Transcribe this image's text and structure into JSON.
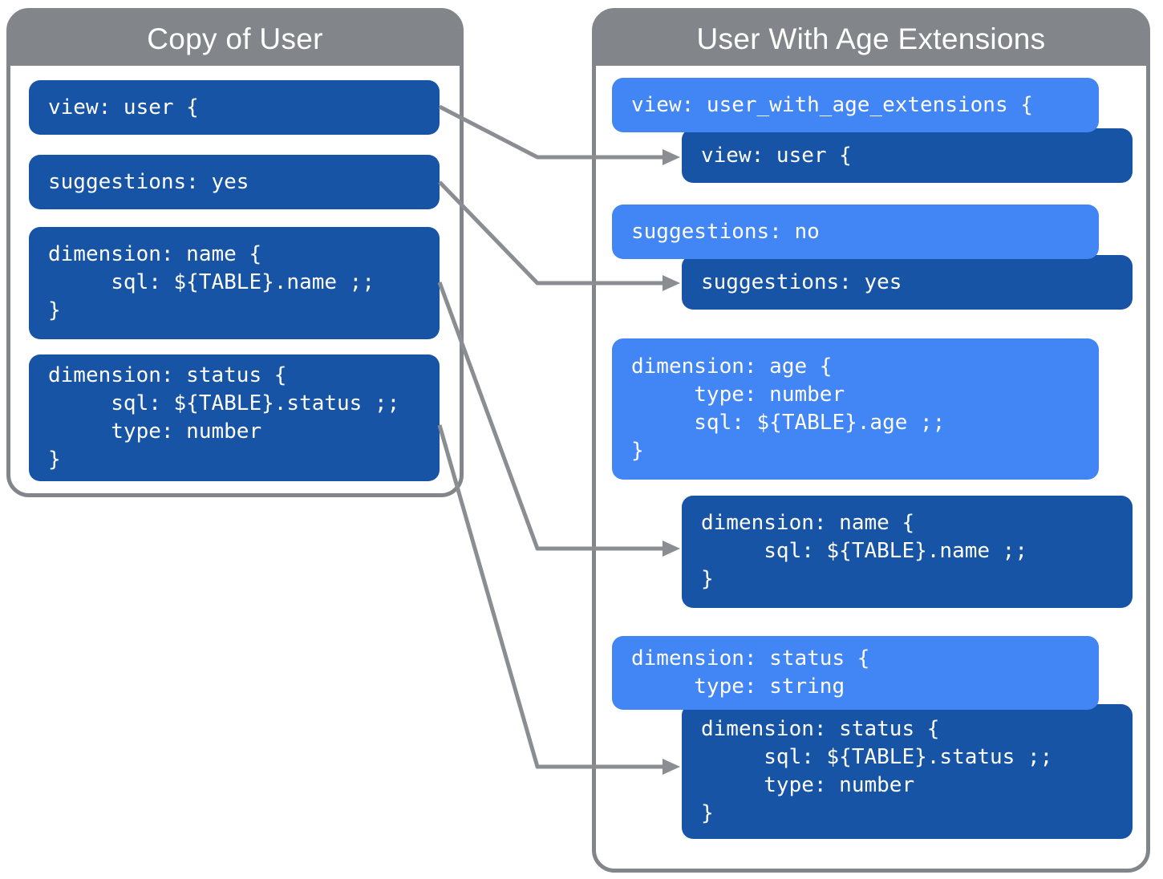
{
  "colors": {
    "panel_gray": "#82868B",
    "extension_blue": "#4285F4",
    "inherited_blue": "#1754A6",
    "arrow_gray": "#8A8D92"
  },
  "diagram": {
    "left_panel": {
      "title": "Copy of User",
      "blocks": {
        "view": "view: user {",
        "suggestions": "suggestions: yes",
        "dimension_name": "dimension: name {\n     sql: ${TABLE}.name ;;\n}",
        "dimension_status": "dimension: status {\n     sql: ${TABLE}.status ;;\n     type: number\n}"
      }
    },
    "right_panel": {
      "title": "User With Age Extensions",
      "blocks": {
        "view_extension": "view: user_with_age_extensions {",
        "view_inherited": "view: user {",
        "suggestions_extension": "suggestions: no",
        "suggestions_inherited": "suggestions: yes",
        "dimension_age": "dimension: age {\n     type: number\n     sql: ${TABLE}.age ;;\n}",
        "dimension_name_inherited": "dimension: name {\n     sql: ${TABLE}.name ;;\n}",
        "dimension_status_extension": "dimension: status {\n     type: string",
        "dimension_status_inherited": "dimension: status {\n     sql: ${TABLE}.status ;;\n     type: number\n}"
      }
    },
    "connections": [
      {
        "from": "left.view",
        "to": "right.view_inherited"
      },
      {
        "from": "left.suggestions",
        "to": "right.suggestions_inherited"
      },
      {
        "from": "left.dimension_name",
        "to": "right.dimension_name_inherited"
      },
      {
        "from": "left.dimension_status",
        "to": "right.dimension_status_inherited"
      }
    ]
  }
}
